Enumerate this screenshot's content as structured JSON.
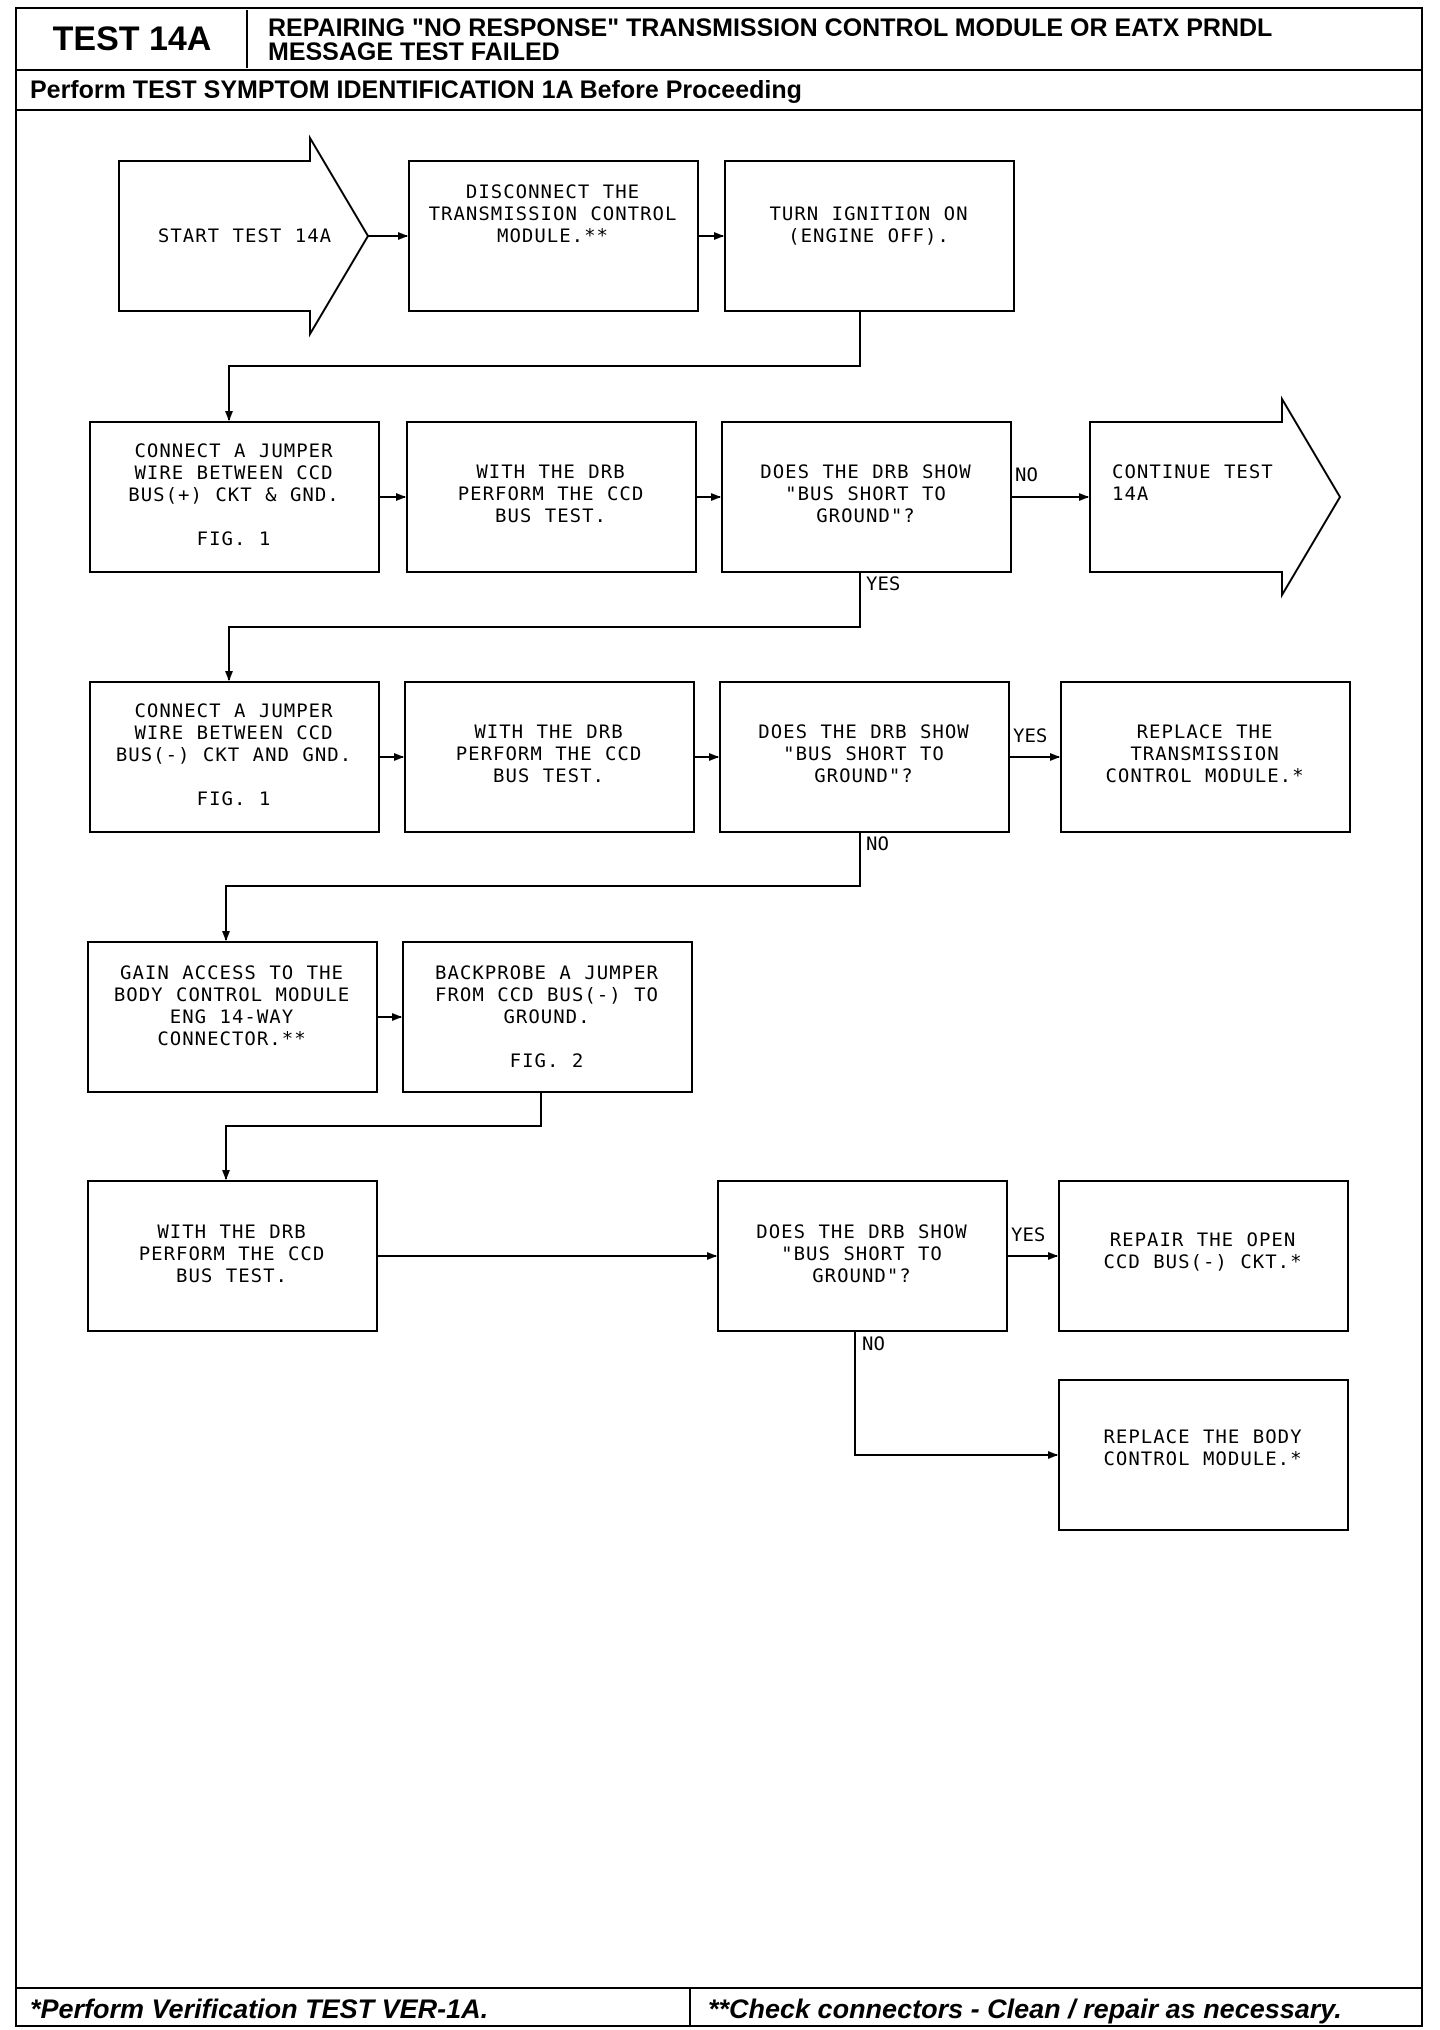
{
  "header": {
    "test_id": "TEST 14A",
    "title": "REPAIRING \"NO RESPONSE\" TRANSMISSION CONTROL MODULE OR EATX PRNDL\nMESSAGE TEST FAILED",
    "subtitle": "Perform TEST SYMPTOM IDENTIFICATION 1A Before Proceeding"
  },
  "nodes": {
    "start": "START TEST 14A",
    "disconnect_tcm": "DISCONNECT THE\nTRANSMISSION CONTROL\nMODULE.**",
    "ignition_on": "TURN IGNITION ON\n(ENGINE OFF).",
    "jumper_bus_plus": "CONNECT A JUMPER\nWIRE BETWEEN CCD\nBUS(+) CKT & GND.\n\nFIG. 1",
    "drb_test_1": "WITH THE DRB\nPERFORM THE CCD\nBUS TEST.",
    "drb_short_1": "DOES THE DRB SHOW\n\"BUS SHORT TO\nGROUND\"?",
    "continue": "CONTINUE TEST\n14A",
    "jumper_bus_minus": "CONNECT A JUMPER\nWIRE BETWEEN CCD\nBUS(-) CKT AND GND.\n\nFIG. 1",
    "drb_test_2": "WITH THE DRB\nPERFORM THE CCD\nBUS TEST.",
    "drb_short_2": "DOES THE DRB SHOW\n\"BUS SHORT TO\nGROUND\"?",
    "replace_tcm": "REPLACE THE\nTRANSMISSION\nCONTROL MODULE.*",
    "access_bcm": "GAIN ACCESS TO THE\nBODY CONTROL MODULE\nENG 14-WAY\nCONNECTOR.**",
    "backprobe": "BACKPROBE A JUMPER\nFROM CCD BUS(-) TO\nGROUND.\n\nFIG. 2",
    "drb_test_3": "WITH THE DRB\nPERFORM THE CCD\nBUS TEST.",
    "drb_short_3": "DOES THE DRB SHOW\n\"BUS SHORT TO\nGROUND\"?",
    "repair_open": "REPAIR THE OPEN\nCCD BUS(-) CKT.*",
    "replace_bcm": "REPLACE THE BODY\nCONTROL MODULE.*"
  },
  "edge_labels": {
    "q1_no": "NO",
    "q1_yes": "YES",
    "q2_yes": "YES",
    "q2_no": "NO",
    "q3_yes": "YES",
    "q3_no": "NO"
  },
  "footer": {
    "left": "*Perform Verification TEST VER-1A.",
    "right": "**Check connectors - Clean / repair as necessary."
  }
}
